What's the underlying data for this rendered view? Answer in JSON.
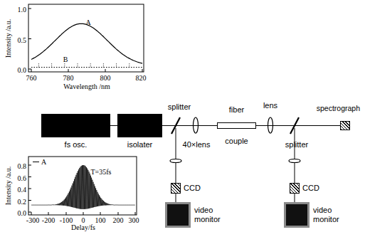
{
  "diagram": {
    "nodes": [
      {
        "text": [
          "fs osc."
        ]
      },
      {
        "text": [
          "isolater"
        ]
      },
      {
        "text": [
          "fiber",
          "couple"
        ]
      },
      {
        "text": [
          "spectrograph"
        ]
      },
      {
        "text": [
          "CCD"
        ]
      },
      {
        "text": [
          "video monitor"
        ]
      },
      {
        "text": [
          "CCD"
        ]
      },
      {
        "text": [
          "video monitor"
        ]
      }
    ],
    "edges": [
      {
        "from": 0,
        "to": 1,
        "arrow": "none"
      },
      {
        "from": 1,
        "to": 2,
        "arrow": "none"
      },
      {
        "from": 2,
        "to": 3,
        "arrow": "none"
      },
      {
        "from": 4,
        "to": 5,
        "arrow": "none"
      },
      {
        "from": 6,
        "to": 7,
        "arrow": "none"
      }
    ],
    "labels": [
      "Intensity /a.u.",
      "1.0",
      "0.5",
      "0.0",
      "760",
      "780",
      "800",
      "820",
      "Wavelength /nm",
      "A",
      "B",
      "splitter",
      "40×lens",
      "lens",
      "splitter",
      "Intensity /a.u.",
      "0.8",
      "0.6",
      "0.4",
      "0.2",
      "0.0",
      "-300",
      "-200",
      "-100",
      "0",
      "100",
      "200",
      "300",
      "Delay/fs",
      "T=35fs"
    ],
    "legend": [
      {
        "text": "A"
      }
    ]
  }
}
